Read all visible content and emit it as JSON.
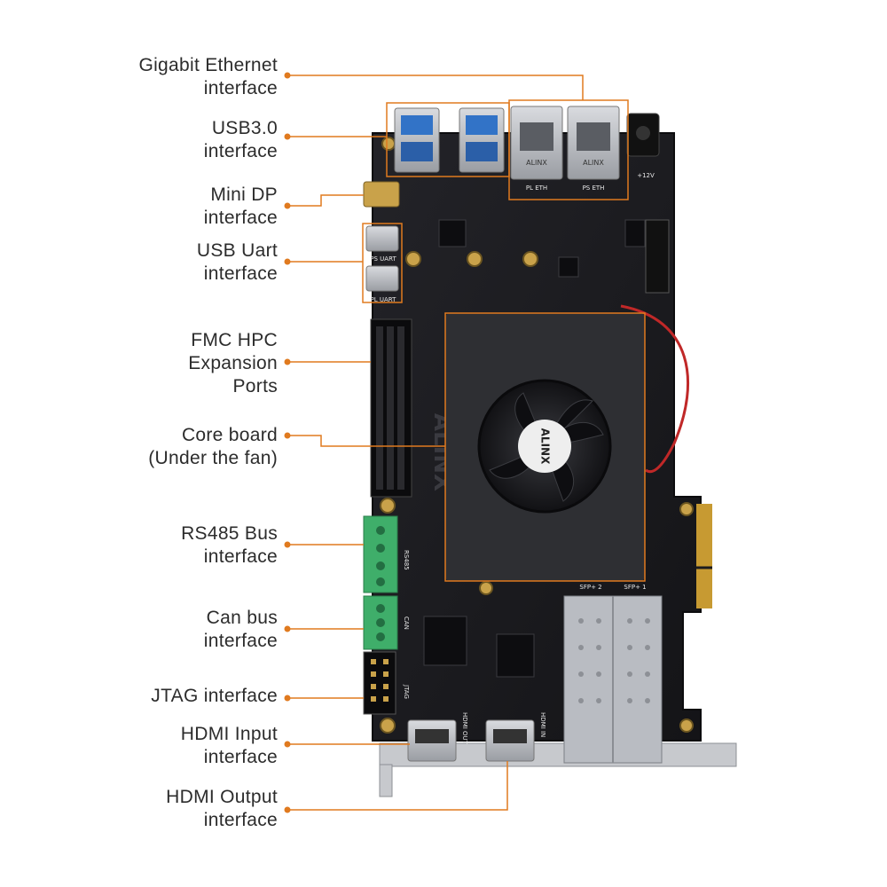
{
  "colors": {
    "accent": "#e07a1f",
    "board": "#1b1b1f",
    "text": "#2c2c2c",
    "terminal_green": "#3fae6a",
    "fan_shroud": "#2e2f33",
    "metal": "#b9bcc2"
  },
  "labels": {
    "gigabit_ethernet": [
      "Gigabit Ethernet",
      "interface"
    ],
    "usb3": [
      "USB3.0",
      "interface"
    ],
    "mini_dp": [
      "Mini DP",
      "interface"
    ],
    "usb_uart": [
      "USB Uart",
      "interface"
    ],
    "fmc_hpc": [
      "FMC HPC",
      "Expansion",
      "Ports"
    ],
    "core_board": [
      "Core board",
      "(Under the fan)"
    ],
    "rs485": [
      "RS485 Bus",
      "interface"
    ],
    "can_bus": [
      "Can bus",
      "interface"
    ],
    "jtag": [
      "JTAG interface"
    ],
    "hdmi_input": [
      "HDMI Input",
      "interface"
    ],
    "hdmi_output": [
      "HDMI Output",
      "interface"
    ]
  },
  "board_text": {
    "brand_side": "ALINX",
    "brand_fan": "ALINX",
    "rj45_left": "ALINX",
    "rj45_right": "ALINX",
    "ps_uart": "PS UART",
    "pl_uart": "PL UART",
    "pl_eth": "PL ETH",
    "ps_eth": "PS ETH",
    "power": "+12V",
    "sfp2": "SFP+ 2",
    "sfp1": "SFP+ 1",
    "hdmi_out": "HDMI OUT",
    "hdmi_in": "HDMI IN",
    "jtag": "JTAG",
    "can": "CAN",
    "rs485": "RS485"
  },
  "icons": [
    "fan-icon",
    "connector-icon"
  ]
}
